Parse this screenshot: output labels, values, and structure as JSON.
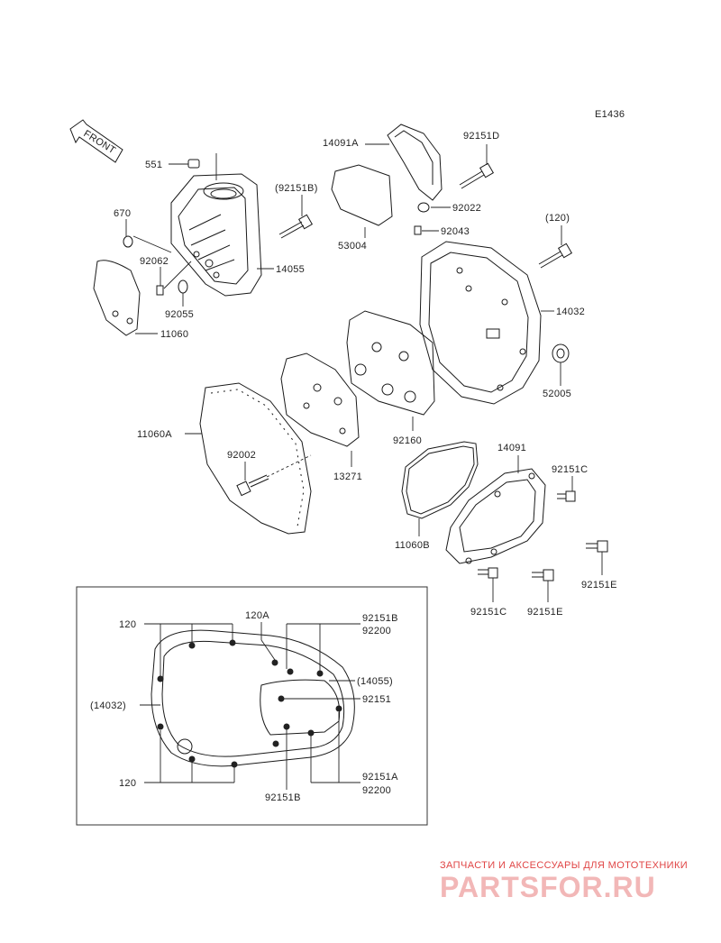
{
  "diagram": {
    "code": "E1436",
    "front_label": "FRONT",
    "labels": {
      "p14091A": "14091A",
      "p92151D": "92151D",
      "p551": "551",
      "p92151B_paren": "(92151B)",
      "p670": "670",
      "p53004": "53004",
      "p92022": "92022",
      "p92043": "92043",
      "p120_paren": "(120)",
      "p92062": "92062",
      "p14055": "14055",
      "p92055": "92055",
      "p11060": "11060",
      "p14032": "14032",
      "p52005": "52005",
      "p11060A": "11060A",
      "p92160": "92160",
      "p92002": "92002",
      "p13271": "13271",
      "p14091": "14091",
      "p92151C_a": "92151C",
      "p11060B": "11060B",
      "p92151E_a": "92151E",
      "p92151C_b": "92151C",
      "p92151E_b": "92151E"
    },
    "inset": {
      "l120_top": "120",
      "l120A": "120A",
      "l92151B_top": "92151B",
      "l92200_top": "92200",
      "l14055_paren": "(14055)",
      "l14032_paren": "(14032)",
      "l92151": "92151",
      "l120_bottom": "120",
      "l92151A": "92151A",
      "l92200_bottom": "92200",
      "l92151B_bottom": "92151B"
    }
  },
  "watermark": {
    "tagline": "ЗАПЧАСТИ И АКСЕССУАРЫ ДЛЯ МОТОТЕХНИКИ",
    "brand": "PARTSFOR.RU",
    "color": "#e04545"
  }
}
